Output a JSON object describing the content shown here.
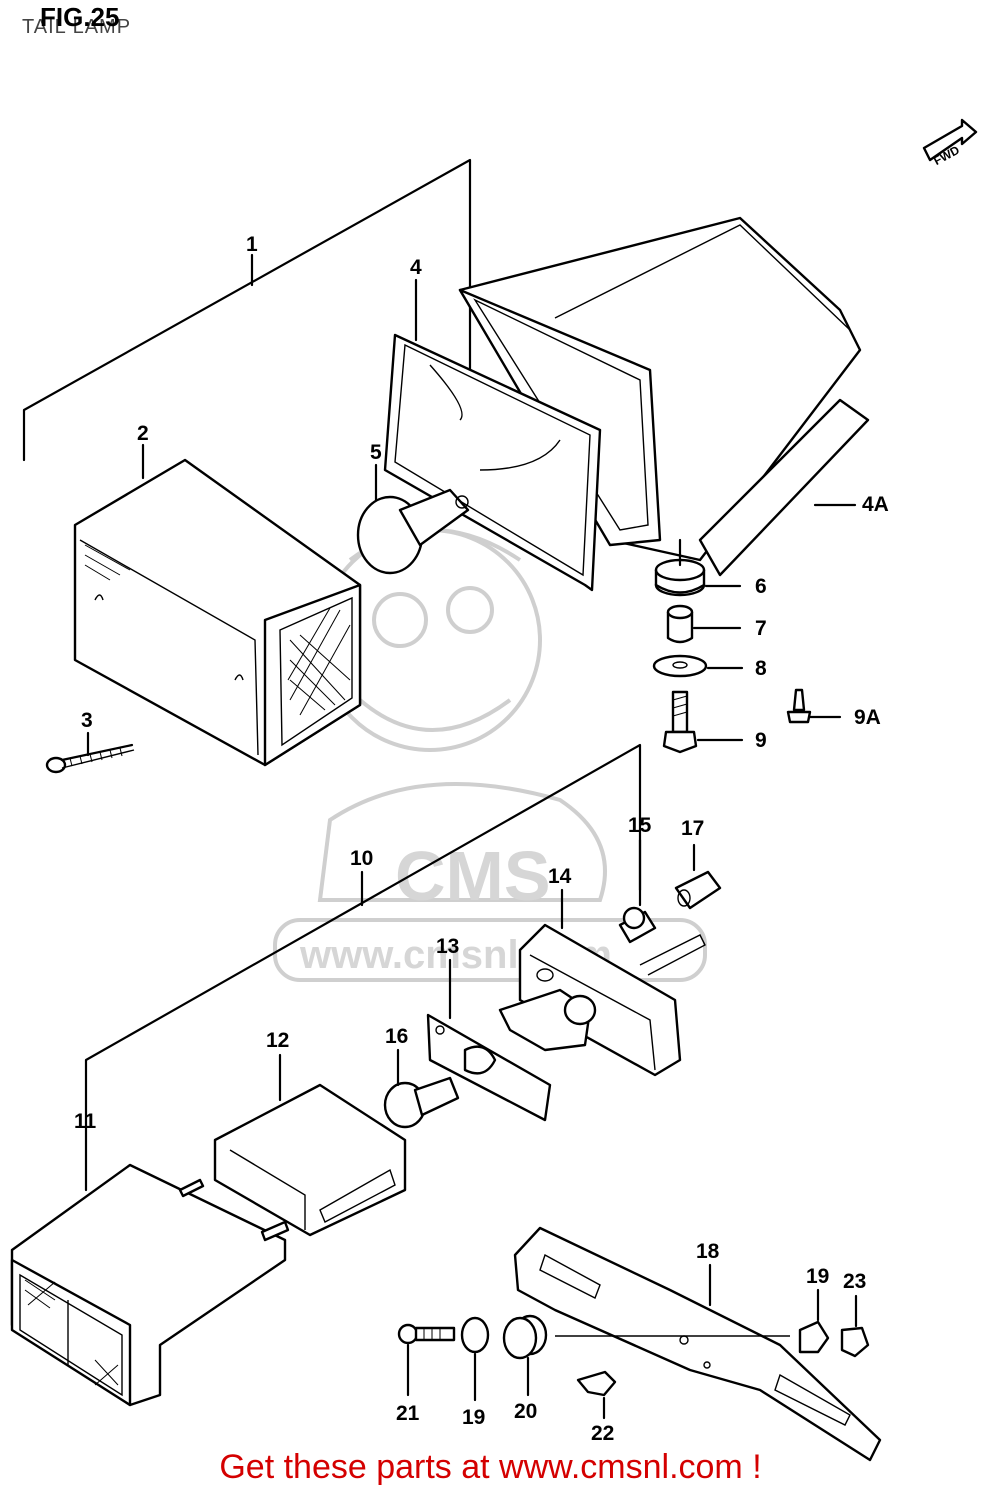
{
  "figure": {
    "title": "FIG.25",
    "subtitle": "TAIL LAMP",
    "fwd_label": "FWD"
  },
  "watermark": {
    "logo_text": "CMS",
    "url_text": "www.cmsnl.com"
  },
  "callouts": {
    "c1": "1",
    "c2": "2",
    "c3": "3",
    "c4": "4",
    "c4A": "4A",
    "c5": "5",
    "c6": "6",
    "c7": "7",
    "c8": "8",
    "c9": "9",
    "c9A": "9A",
    "c10": "10",
    "c11": "11",
    "c12": "12",
    "c13": "13",
    "c14": "14",
    "c15": "15",
    "c16": "16",
    "c17": "17",
    "c18": "18",
    "c19a": "19",
    "c19b": "19",
    "c20": "20",
    "c21": "21",
    "c22": "22",
    "c23": "23"
  },
  "footer": {
    "text": "Get these parts at www.cmsnl.com !"
  },
  "colors": {
    "footer": "#d40000",
    "watermark": "#d0d0d0",
    "linework": "#000000"
  }
}
